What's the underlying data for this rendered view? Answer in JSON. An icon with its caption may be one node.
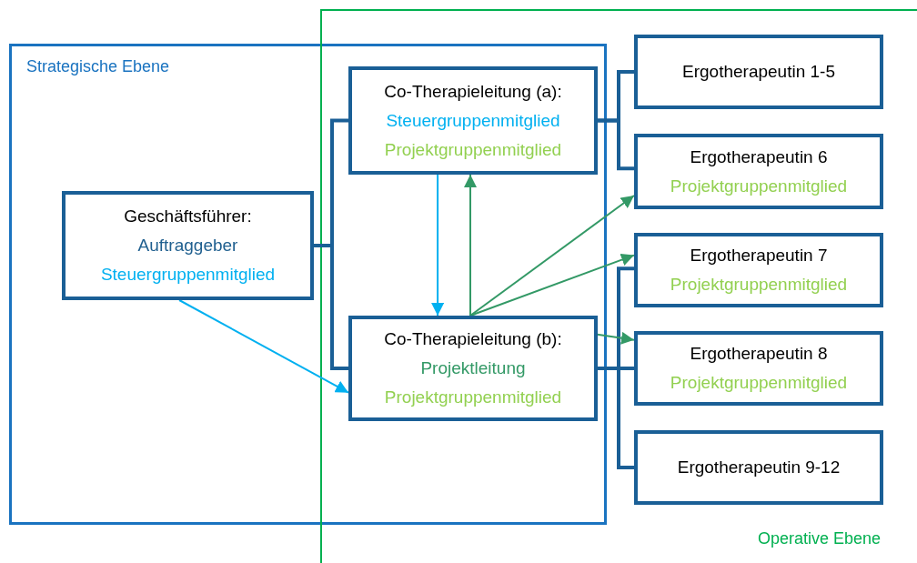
{
  "diagram": {
    "nodes": [
      {
        "text": [
          "Strategische Ebene"
        ]
      },
      {
        "text": [
          "Operative Ebene"
        ]
      },
      {
        "text": [
          "Geschäftsführer:",
          "Auftraggeber",
          "Steuergruppenmitglied"
        ],
        "in": 0
      },
      {
        "text": [
          "Co-Therapieleitung (a):",
          "Steuergruppenmitglied",
          "Projektgruppenmitglied"
        ]
      },
      {
        "text": [
          "Co-Therapieleitung (b):",
          "Projektleitung",
          "Projektgruppenmitglied"
        ]
      },
      {
        "text": [
          "Ergotherapeutin 1-5"
        ],
        "in": 1
      },
      {
        "text": [
          "Ergotherapeutin 6",
          "Projektgruppenmitglied"
        ],
        "in": 1
      },
      {
        "text": [
          "Ergotherapeutin 7",
          "Projektgruppenmitglied"
        ],
        "in": 1
      },
      {
        "text": [
          "Ergotherapeutin 8",
          "Projektgruppenmitglied"
        ],
        "in": 1
      },
      {
        "text": [
          "Ergotherapeutin 9-12"
        ],
        "in": 1
      }
    ],
    "edges": [
      {
        "from": 2,
        "to": 3,
        "arrow": "none"
      },
      {
        "from": 2,
        "to": 4,
        "arrow": "none"
      },
      {
        "from": 3,
        "to": 5,
        "arrow": "none"
      },
      {
        "from": 3,
        "to": 6,
        "arrow": "none"
      },
      {
        "from": 4,
        "to": 7,
        "arrow": "none"
      },
      {
        "from": 4,
        "to": 8,
        "arrow": "none"
      },
      {
        "from": 4,
        "to": 9,
        "arrow": "none"
      },
      {
        "from": 3,
        "to": 4,
        "arrow": "to",
        "color": "#00b0f0"
      },
      {
        "from": 4,
        "to": 3,
        "arrow": "to",
        "color": "#339966"
      },
      {
        "from": 4,
        "to": 6,
        "arrow": "to",
        "color": "#339966"
      },
      {
        "from": 4,
        "to": 7,
        "arrow": "to",
        "color": "#339966"
      },
      {
        "from": 4,
        "to": 8,
        "arrow": "to",
        "color": "#339966"
      },
      {
        "from": 2,
        "to": 4,
        "arrow": "to",
        "color": "#00b0f0"
      }
    ]
  }
}
